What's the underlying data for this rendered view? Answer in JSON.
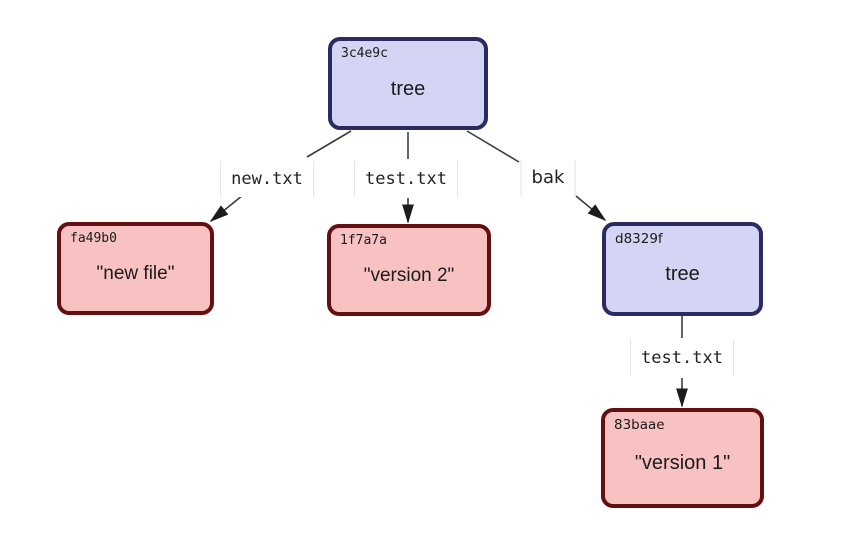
{
  "diagram": {
    "description": "Git tree/blob object graph",
    "background": "#ffffff",
    "colors": {
      "tree_fill": "#d4d4f4",
      "tree_border": "#2b2b62",
      "blob_fill": "#f9c2c2",
      "blob_border": "#641010",
      "connector": "#3c3c3c",
      "arrowhead": "#1c1c1c",
      "label_tick": "#e2e2e2",
      "text": "#1b1b1b"
    },
    "nodes": [
      {
        "id": "tree-root",
        "type": "tree",
        "hash": "3c4e9c",
        "label": "tree"
      },
      {
        "id": "blob-new-file",
        "type": "blob",
        "hash": "fa49b0",
        "label": "\"new file\""
      },
      {
        "id": "blob-version-2",
        "type": "blob",
        "hash": "1f7a7a",
        "label": "\"version 2\""
      },
      {
        "id": "tree-bak",
        "type": "tree",
        "hash": "d8329f",
        "label": "tree"
      },
      {
        "id": "blob-version-1",
        "type": "blob",
        "hash": "83baae",
        "label": "\"version 1\""
      }
    ],
    "edges": [
      {
        "from": "tree-root",
        "to": "blob-new-file",
        "label": "new.txt"
      },
      {
        "from": "tree-root",
        "to": "blob-version-2",
        "label": "test.txt"
      },
      {
        "from": "tree-root",
        "to": "tree-bak",
        "label": "bak"
      },
      {
        "from": "tree-bak",
        "to": "blob-version-1",
        "label": "test.txt"
      }
    ]
  }
}
